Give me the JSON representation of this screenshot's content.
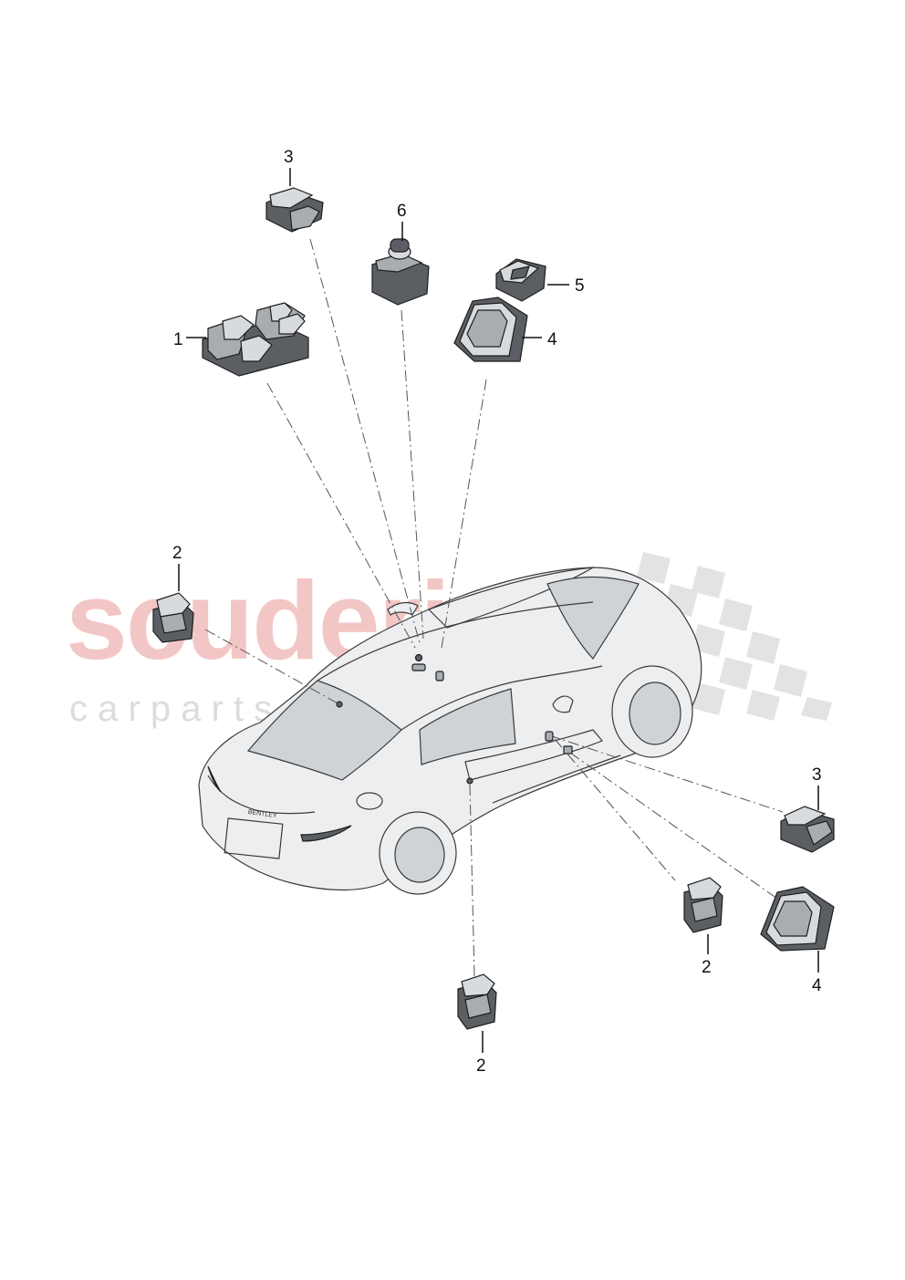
{
  "watermark": {
    "brand": "scuderia",
    "subline": "c a r   p a r t s"
  },
  "car": {
    "rear_badge": "BENTLEY"
  },
  "parts": {
    "p1": "1",
    "p2a": "2",
    "p2b": "2",
    "p2c": "2",
    "p3a": "3",
    "p3b": "3",
    "p4a": "4",
    "p4b": "4",
    "p5": "5",
    "p6": "6"
  }
}
